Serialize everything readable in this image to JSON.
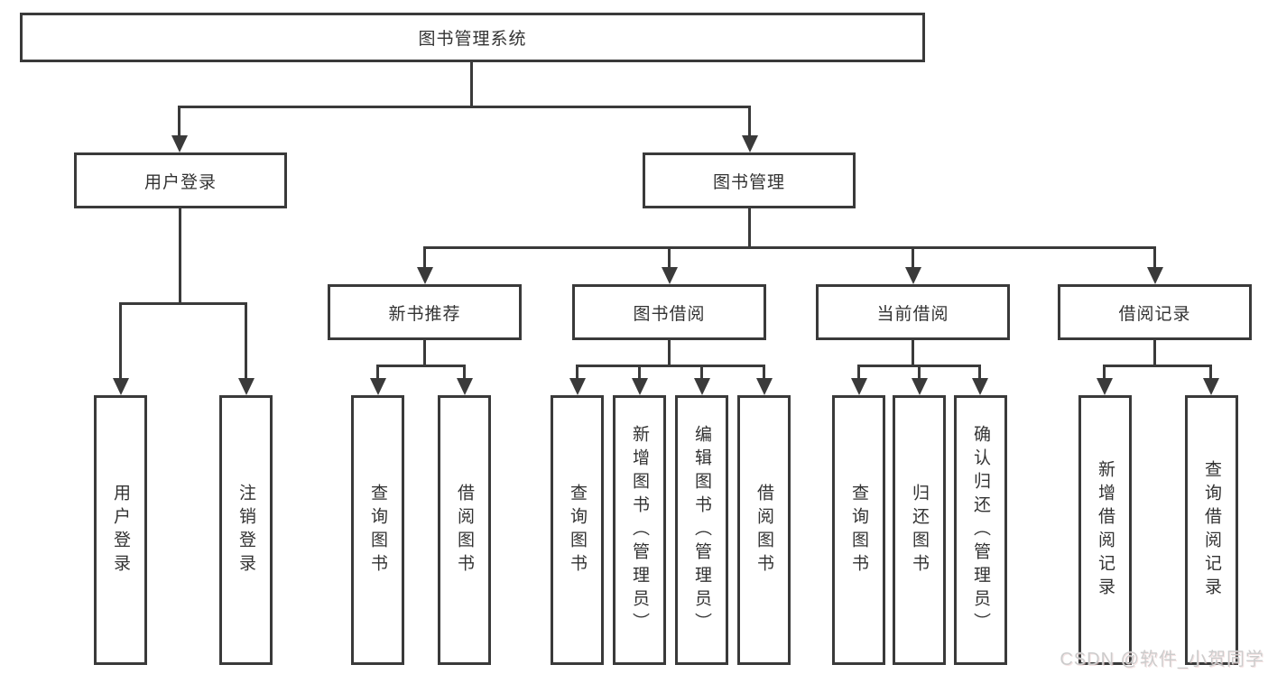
{
  "tree": {
    "root": "图书管理系统",
    "branches": [
      {
        "label": "用户登录",
        "children": [
          "用户登录",
          "注销登录"
        ]
      },
      {
        "label": "图书管理",
        "sections": [
          {
            "label": "新书推荐",
            "children": [
              "查询图书",
              "借阅图书"
            ]
          },
          {
            "label": "图书借阅",
            "children": [
              "查询图书",
              "新增图书（管理员）",
              "编辑图书（管理员）",
              "借阅图书"
            ]
          },
          {
            "label": "当前借阅",
            "children": [
              "查询图书",
              "归还图书",
              "确认归还（管理员）"
            ]
          },
          {
            "label": "借阅记录",
            "children": [
              "新增借阅记录",
              "查询借阅记录"
            ]
          }
        ]
      }
    ]
  },
  "watermark": {
    "text": "CSDN @软件_小贺同学"
  },
  "colors": {
    "line": "#3a3a3a",
    "text": "#333333",
    "bg": "#ffffff",
    "watermark": "#cccccc"
  }
}
